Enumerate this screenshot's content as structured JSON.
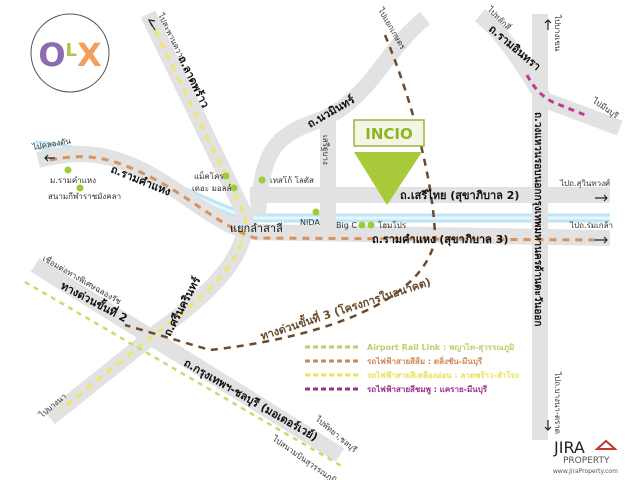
{
  "logo": {
    "olx": "OLX",
    "incio": "INCIO",
    "jira": "JIRA",
    "property": "PROPERTY",
    "website": "www.JiraProperty.com"
  },
  "roads": {
    "ladprao": "ถ.ลาดพร้าว",
    "to_saphan_khwai": "ไปสะพานควาย",
    "nawamin": "ถ.นวมินทร์",
    "to_kaset": "ไปแยกเกษตร",
    "seri_thai_soi": "เสรีฐบาง",
    "ramintra": "ถ.รามอินทรา",
    "to_laksi": "ไปหลักสี่",
    "to_minburi": "ไปมีนบุรี",
    "to_bangkhen": "ไปบางเขน",
    "ring_road": "ถ.วงแหวนรอบนอกกรุงเทพมหานครด้านตะวันออก",
    "seri_thai": "ถ.เสรีไทย (สุขาภิบาล 2)",
    "to_suwinthawong": "ไปถ.สุวินทวงศ์",
    "to_romklao": "ไปถ.ร่มเกล้า",
    "ramkhamhaeng_3": "ถ.รามคำแหง (สุขาภิบาล 3)",
    "ramkhamhaeng": "ถ.รามคำแหง",
    "to_khlongtan": "ไปคลองตัน",
    "lamsali": "แยกลำสาลี",
    "srinakarin": "ถ.ศรีนครินทร์",
    "expressway2": "ทางด่วนขั้นที่ 2",
    "chalong_rat": "เชื่อมต่อทางพิเศษฉลองรัช",
    "expressway3": "ทางด่วนขั้นที่ 3 (โครงการในอนาคต)",
    "motorway": "ถ.กรุงเทพฯ-ชลบุรี (มอเตอร์เวย์)",
    "to_bangna": "ไปบางนา",
    "to_pattaya": "ไปพัทยา,ชลบุรี",
    "to_airport": "ไปสนามบินสุวรรณภูมิ",
    "to_bangna_trat": "ไปถ.บางนา-ตราด"
  },
  "places": {
    "ru": "ม.รามคำแหง",
    "rajamangala": "สนามกีฬาราชมังคลา",
    "makro": "แม็คโคร",
    "the_mall": "เดอะ มอลล์",
    "tesco": "เทสโก้ โลตัส",
    "nida": "NIDA",
    "bigc": "Big C",
    "homepro": "โฮมโปร"
  },
  "legend": [
    {
      "label": "Airport Rail Link : พญาไท-สุวรรณภูมิ",
      "color": "#b9cf6a"
    },
    {
      "label": "รถไฟฟ้าสายสีส้ม : ตลิ่งชัน-มีนบุรี",
      "color": "#c98a5a"
    },
    {
      "label": "รถไฟฟ้าสายสีเหลืองอ่อน : ลาดพร้าว-สำโรง",
      "color": "#e8e05a"
    },
    {
      "label": "รถไฟฟ้าสายสีชมพู : แคราย-มีนบุรี",
      "color": "#9b2f8a"
    }
  ]
}
